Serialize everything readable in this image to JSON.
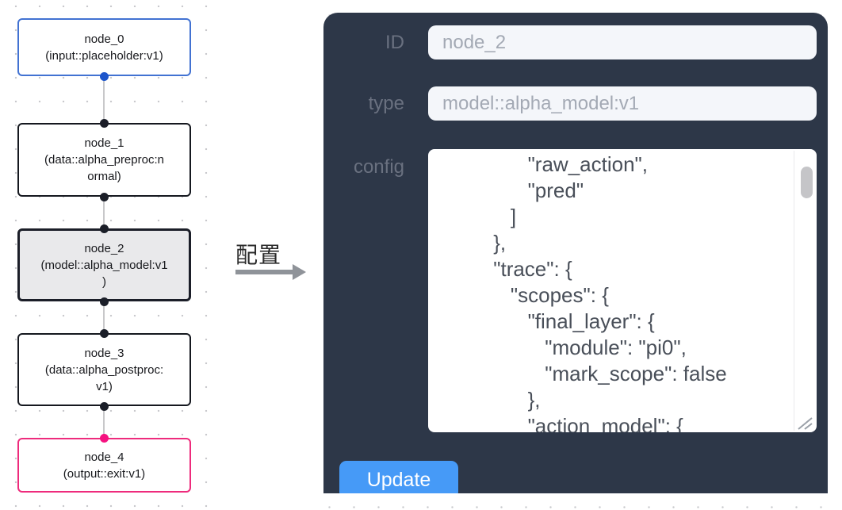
{
  "diagram": {
    "nodes": [
      {
        "id": "node_0",
        "text": "node_0\n(input::placeholder:v1)"
      },
      {
        "id": "node_1",
        "text": "node_1\n(data::alpha_preproc:n\normal)"
      },
      {
        "id": "node_2",
        "text": "node_2\n(model::alpha_model:v1\n)"
      },
      {
        "id": "node_3",
        "text": "node_3\n(data::alpha_postproc:\nv1)"
      },
      {
        "id": "node_4",
        "text": "node_4\n(output::exit:v1)"
      }
    ],
    "selected_node": "node_2"
  },
  "annotation": {
    "label": "配置"
  },
  "panel": {
    "id_label": "ID",
    "id_value": "node_2",
    "type_label": "type",
    "type_value": "model::alpha_model:v1",
    "config_label": "config",
    "config_value": "                \"raw_action\",\n                \"pred\"\n             ]\n          },\n          \"trace\": {\n             \"scopes\": {\n                \"final_layer\": {\n                   \"module\": \"pi0\",\n                   \"mark_scope\": false\n                },\n                \"action_model\": {",
    "update_label": "Update"
  },
  "colors": {
    "panel_bg": "#2d3748",
    "accent_button": "#469af7",
    "node_input_border": "#4272d2",
    "node_output_border": "#ee2b7c",
    "node_selected_bg": "#e9e9eb",
    "port_default": "#1b1e28",
    "port_blue": "#1d55cb",
    "port_pink": "#f51280"
  }
}
